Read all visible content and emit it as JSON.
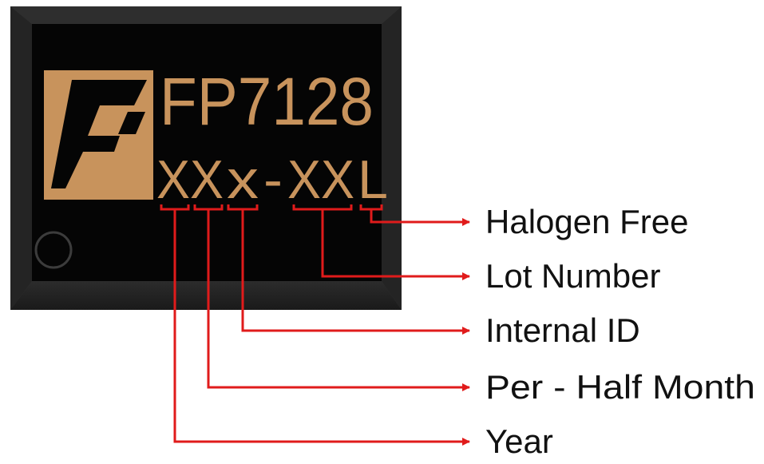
{
  "chip": {
    "part_number": "FP7128",
    "date_code": "XXx-XXL",
    "segments": [
      "XX",
      "x",
      "-",
      "XX",
      "L"
    ]
  },
  "legend": [
    {
      "id": "halogen",
      "label": "Halogen Free"
    },
    {
      "id": "lot",
      "label": "Lot Number"
    },
    {
      "id": "internal",
      "label": "Internal ID"
    },
    {
      "id": "half-month",
      "label": "Per - Half Month"
    },
    {
      "id": "year",
      "label": "Year"
    }
  ],
  "colors": {
    "chip_body": "#050505",
    "chip_edge": "#3a3a3a",
    "marking": "#c8935c",
    "callout": "#e01b1b",
    "label_text": "#111111"
  }
}
